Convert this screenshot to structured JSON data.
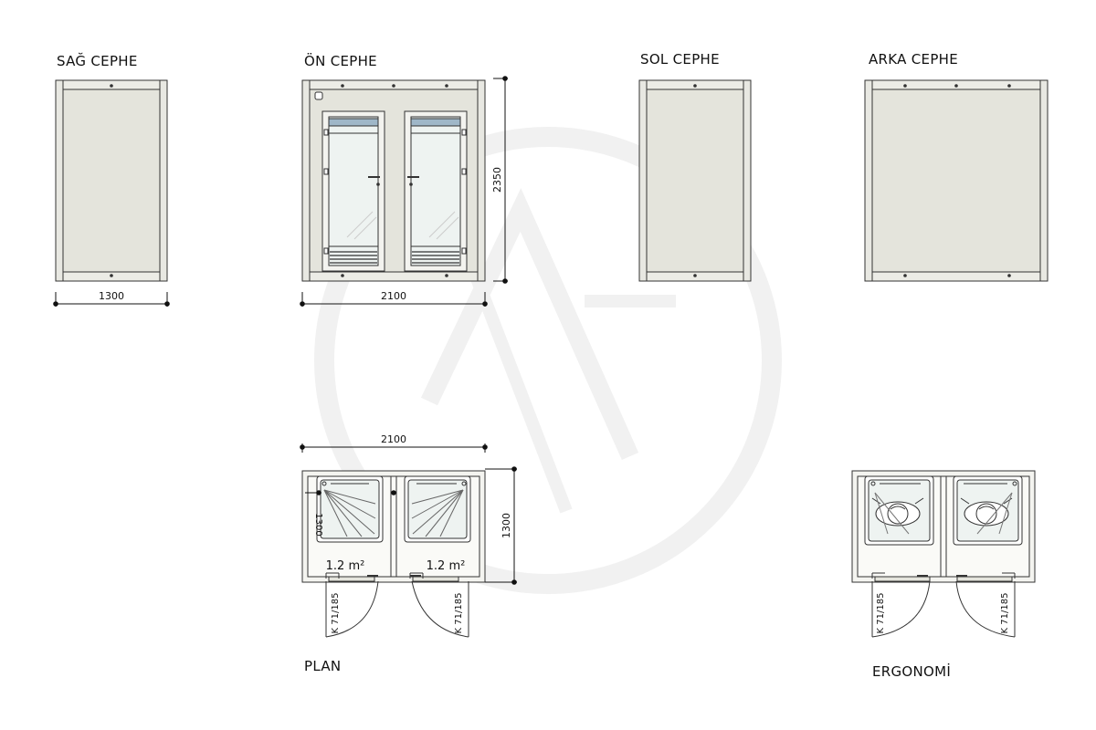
{
  "titles": {
    "right_facade": "SAĞ CEPHE",
    "front_facade": "ÖN CEPHE",
    "left_facade": "SOL CEPHE",
    "back_facade": "ARKA CEPHE",
    "plan": "PLAN",
    "ergonomics": "ERGONOMİ"
  },
  "dimensions": {
    "right_width": "1300",
    "front_width": "2100",
    "front_height": "2350",
    "plan_width": "2100",
    "plan_depth": "1300",
    "plan_partial": "1300"
  },
  "rooms": {
    "left_area": "1.2 m²",
    "right_area": "1.2 m²"
  },
  "door_codes": {
    "plan_left": "K 71/185",
    "plan_right": "K 71/185",
    "ergo_left": "K 71/185",
    "ergo_right": "K 71/185"
  },
  "colors": {
    "panel_fill": "#e4e4dc",
    "frame_fill": "#ecece6",
    "line": "#333333",
    "glass": "#eef3f1",
    "glass_top": "#9fb7c8",
    "watermark": "#f2f2f2"
  }
}
